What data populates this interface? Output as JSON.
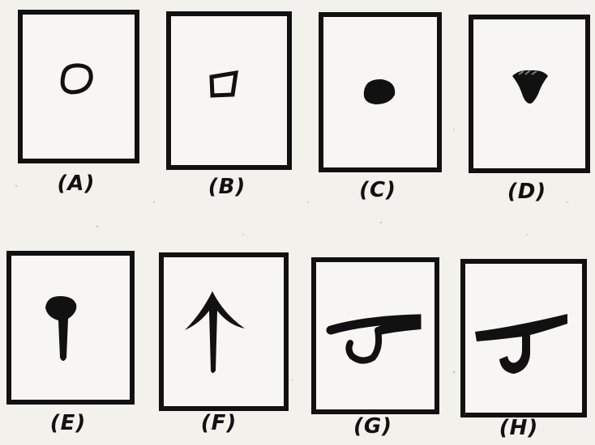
{
  "panels": [
    {
      "id": "A",
      "label": "(A)",
      "shape": "outline-oval-icon"
    },
    {
      "id": "B",
      "label": "(B)",
      "shape": "outline-trapezoid-icon"
    },
    {
      "id": "C",
      "label": "(C)",
      "shape": "filled-oval-icon"
    },
    {
      "id": "D",
      "label": "(D)",
      "shape": "cone-blob-icon"
    },
    {
      "id": "E",
      "label": "(E)",
      "shape": "stem-blob-icon"
    },
    {
      "id": "F",
      "label": "(F)",
      "shape": "arrow-up-icon"
    },
    {
      "id": "G",
      "label": "(G)",
      "shape": "hook-outline-icon"
    },
    {
      "id": "H",
      "label": "(H)",
      "shape": "hook-filled-icon"
    }
  ],
  "colors": {
    "ink": "#111111",
    "paper": "#f7f6f2",
    "background": "#f3f1ec"
  }
}
